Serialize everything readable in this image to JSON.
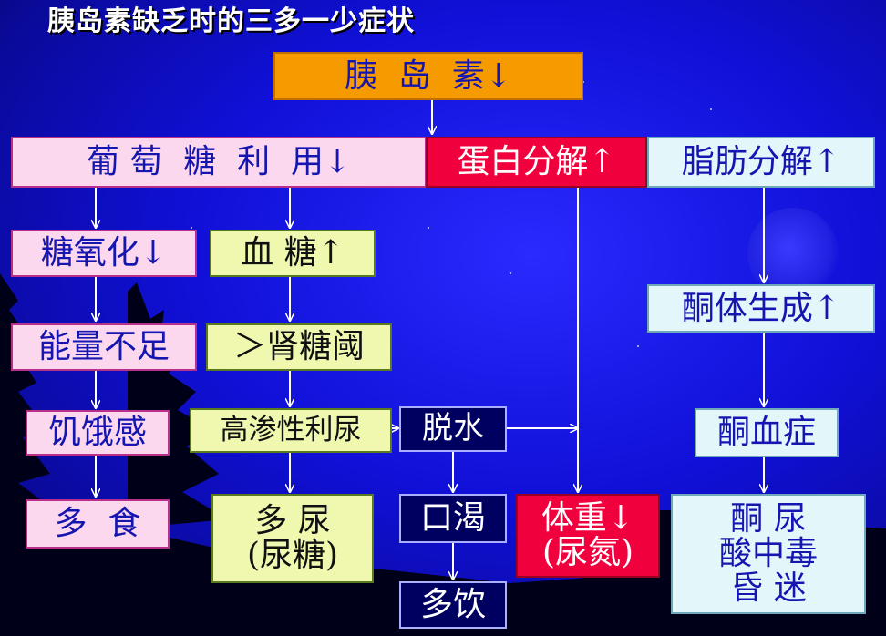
{
  "title": "胰岛素缺乏时的三多一少症状",
  "nodes": {
    "insulin": "胰  岛  素↓",
    "glucose_use": "葡 萄  糖  利  用↓",
    "protein_breakdown": "蛋白分解↑",
    "fat_breakdown": "脂肪分解↑",
    "glycolysis": "糖氧化↓",
    "blood_sugar": "血 糖↑",
    "energy": "能量不足",
    "renal_threshold": "＞肾糖阈",
    "hunger": "饥饿感",
    "osmotic": "高渗性利尿",
    "dehydration": "脱水",
    "eat_more": "多  食",
    "polyuria": "多 尿\n(尿糖)",
    "thirst": "口渴",
    "drink_more": "多饮",
    "weight": "体重↓\n(尿氮)",
    "ketone_gen": "酮体生成↑",
    "ketonemia": "酮血症",
    "ketoacidosis": "酮 尿\n酸中毒\n昏 迷"
  },
  "colors": {
    "pink": "#fcd8ef",
    "yellow": "#f0f8b0",
    "orange": "#f59b00",
    "red": "#f0003c",
    "cyan": "#e3f7fb",
    "navy": "#000060",
    "text_blue": "#1515b0"
  }
}
